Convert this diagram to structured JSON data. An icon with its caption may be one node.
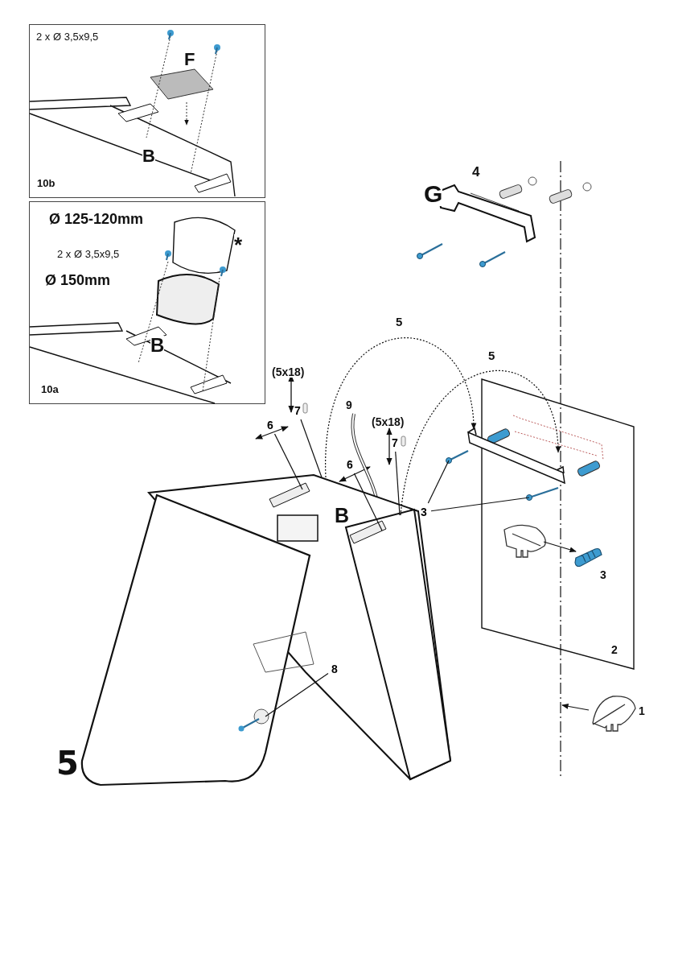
{
  "diagram": {
    "nodes": [
      {
        "text": [
          "2 x Ø 3,5x9,5",
          "F",
          "B",
          "10b"
        ]
      },
      {
        "text": [
          "Ø 125-120mm",
          "*",
          "2 x Ø 3,5x9,5",
          "Ø 150mm",
          "B",
          "10a"
        ]
      },
      {
        "text": [
          "2"
        ]
      },
      {
        "text": [
          "3"
        ]
      },
      {
        "text": [
          "6"
        ]
      },
      {
        "text": [
          "6"
        ]
      },
      {
        "text": [
          "7"
        ]
      },
      {
        "text": [
          "7"
        ]
      },
      {
        "text": [
          "8"
        ],
        "in": 9
      },
      {
        "text": [],
        "shape": "picture"
      },
      {
        "text": [],
        "shape": "picture"
      },
      {
        "text": [],
        "shape": "picture",
        "beside": [
          "1"
        ]
      },
      {
        "text": [],
        "shape": "picture",
        "in": 2
      },
      {
        "text": [],
        "shape": "picture",
        "in": 2,
        "beside": [
          "3"
        ]
      },
      {
        "text": [],
        "shape": "picture"
      },
      {
        "text": [],
        "shape": "picture",
        "in": 2
      }
    ],
    "edges": [
      {
        "from": 3,
        "to": 14,
        "arrow": "none"
      },
      {
        "from": 3,
        "to": 15,
        "arrow": "none"
      },
      {
        "from": 4,
        "to": 9,
        "arrow": "none"
      },
      {
        "from": 5,
        "to": 9,
        "arrow": "none"
      },
      {
        "from": 6,
        "to": 9,
        "arrow": "none"
      },
      {
        "from": 7,
        "to": 9,
        "arrow": "none"
      },
      {
        "from": 8,
        "to": 9,
        "arrow": "none"
      },
      {
        "from": 9,
        "to": 10,
        "arrow": "to",
        "style": "dashed",
        "label": "5"
      },
      {
        "from": 9,
        "to": 10,
        "arrow": "to",
        "style": "dashed",
        "label": "5"
      },
      {
        "from": 11,
        "to": null,
        "arrow": "to"
      },
      {
        "from": 12,
        "to": 13,
        "arrow": "to"
      }
    ],
    "labels": [
      "G",
      "4",
      "(5x18)",
      "(5x18)",
      "9",
      "B",
      "5"
    ]
  }
}
